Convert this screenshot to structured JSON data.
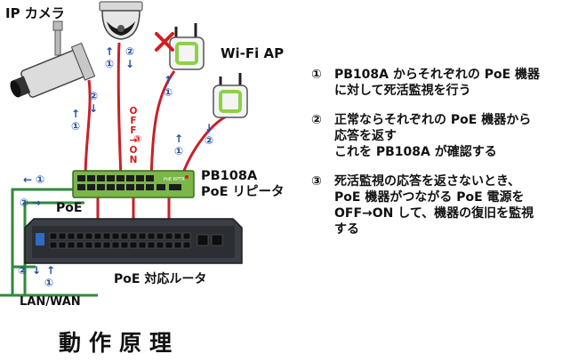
{
  "labels": {
    "ip_camera": "IP カメラ",
    "wifi_ap": "Wi-Fi AP",
    "pb108a_line1": "PB108A",
    "pb108a_line2": "PoE リピータ",
    "poe": "PoE",
    "router": "PoE 対応ルータ",
    "lan_wan": "LAN/WAN",
    "off_on": [
      "O",
      "F",
      "F",
      "→",
      "O",
      "N"
    ],
    "title": "動作原理"
  },
  "markers": {
    "one": "①",
    "two": "②",
    "three": "③",
    "up_arrow": "↑",
    "down_arrow": "↓",
    "left_arrow": "←",
    "right_arrow": "→"
  },
  "device_text": {
    "repeater_brand": "PoE RPTR"
  },
  "steps": [
    {
      "num": "①",
      "lines": [
        "PB108A からそれぞれの PoE 機器",
        "に対して死活監視を行う"
      ]
    },
    {
      "num": "②",
      "lines": [
        "正常ならそれぞれの PoE 機器から",
        "応答を返す",
        "これを PB108A が確認する"
      ]
    },
    {
      "num": "③",
      "lines": [
        "死活監視の応答を返さないとき、",
        "PoE 機器がつながる PoE 電源を",
        "OFF→ON して、機器の復旧を監視",
        "する"
      ]
    }
  ],
  "colors": {
    "cable_red": "#c8202a",
    "cable_green": "#2e8b3a",
    "marker_blue": "#1f4fa8",
    "repeater_green": "#7ab648",
    "router_dark": "#2f3338",
    "ap_green": "#8bd14a",
    "fail_red": "#d21f1f"
  }
}
